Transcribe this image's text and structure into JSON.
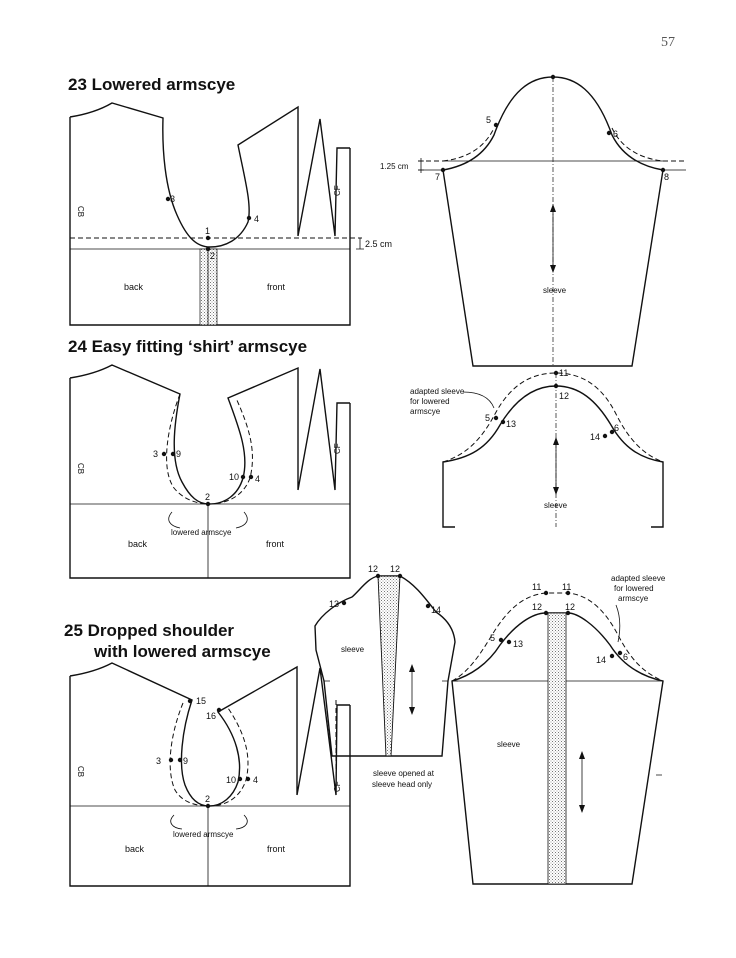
{
  "page": {
    "number": "57"
  },
  "figures": [
    {
      "title": "23 Lowered armscye",
      "bodice": {
        "back": "back",
        "front": "front",
        "cb": "CB",
        "cf": "CF",
        "measure": "2.5 cm",
        "points": [
          "1",
          "2",
          "3",
          "4"
        ]
      },
      "sleeve": {
        "label": "sleeve",
        "measure": "1.25 cm",
        "points": [
          "5",
          "6",
          "7",
          "8"
        ]
      }
    },
    {
      "title": "24 Easy fitting ‘shirt’ armscye",
      "bodice": {
        "back": "back",
        "front": "front",
        "cb": "CB",
        "cf": "CF",
        "note": "lowered armscye",
        "points": [
          "3",
          "9",
          "2",
          "10",
          "4"
        ]
      },
      "sleeve": {
        "label": "sleeve",
        "note_lines": [
          "adapted sleeve",
          "for lowered",
          "armscye"
        ],
        "points": [
          "11",
          "12",
          "5",
          "13",
          "14",
          "6"
        ]
      }
    },
    {
      "title_lines": [
        "25 Dropped shoulder",
        "with lowered armscye"
      ],
      "bodice": {
        "back": "back",
        "front": "front",
        "cb": "CB",
        "cf": "CF",
        "note": "lowered armscye",
        "points": [
          "15",
          "16",
          "3",
          "9",
          "10",
          "4",
          "2"
        ]
      },
      "opened_sleeve": {
        "label": "sleeve",
        "note_lines": [
          "sleeve opened at",
          "sleeve head only"
        ],
        "points": [
          "12",
          "12",
          "13",
          "14"
        ]
      },
      "sleeve": {
        "label": "sleeve",
        "note_lines": [
          "adapted sleeve",
          "for lowered",
          "armscye"
        ],
        "points": [
          "11",
          "11",
          "12",
          "12",
          "5",
          "13",
          "14",
          "6"
        ]
      }
    }
  ]
}
